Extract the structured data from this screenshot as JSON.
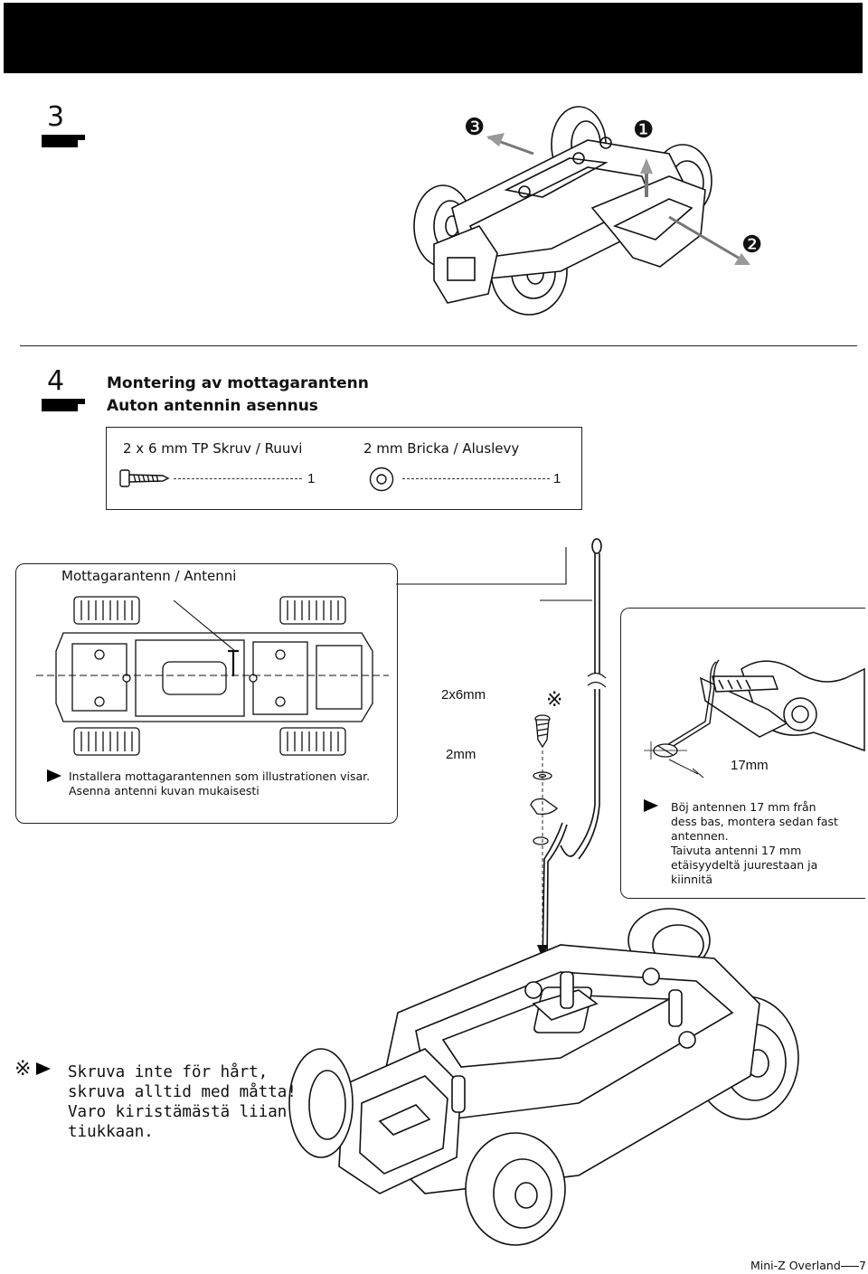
{
  "step3": {
    "number": "3",
    "callouts": [
      "❸",
      "❶",
      "❷"
    ]
  },
  "step4": {
    "number": "4",
    "title_sv": "Montering av mottagarantenn",
    "title_fi": "Auton antennin asennus"
  },
  "parts": [
    {
      "name": "2 x 6 mm TP Skruv / Ruuvi",
      "qty": "1"
    },
    {
      "name": "2 mm Bricka / Aluslevy",
      "qty": "1"
    }
  ],
  "antenna_panel": {
    "label": "Mottagarantenn / Antenni",
    "note_line1": "Installera mottagarantennen som illustrationen visar.",
    "note_line2": "Asenna antenni kuvan mukaisesti"
  },
  "screw_label": "2x6mm",
  "washer_label": "2mm",
  "asterisk": "※",
  "bend_panel": {
    "measure": "17mm",
    "note_lines": [
      "Böj antennen 17 mm från",
      "dess bas, montera sedan fast",
      "antennen.",
      "Taivuta antenni 17 mm",
      "etäisyydeltä juurestaan ja",
      "kiinnitä"
    ]
  },
  "caution": {
    "symbol": "※",
    "lines": [
      "Skruva inte för hårt,",
      "skruva alltid med måtta!",
      "Varo kiristämästä liian",
      "tiukkaan."
    ]
  },
  "footer": {
    "text": "Mini-Z Overland",
    "page": "7"
  },
  "colors": {
    "ink": "#111111",
    "header": "#000000"
  }
}
